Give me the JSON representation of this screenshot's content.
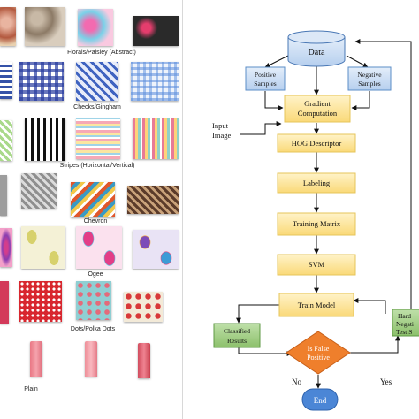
{
  "categories": [
    {
      "label": "Florals/Paisley (Abstract)"
    },
    {
      "label": "Checks/Gingham"
    },
    {
      "label": "Stripes (Horizontal/Vertical)"
    },
    {
      "label": "Chevron"
    },
    {
      "label": "Ogee"
    },
    {
      "label": "Dots/Polka Dots"
    },
    {
      "label": "Plain"
    }
  ],
  "flowchart": {
    "data": "Data",
    "positive_samples": [
      "Positive",
      "Samples"
    ],
    "negative_samples": [
      "Negative",
      "Samples"
    ],
    "gradient": [
      "Gradient",
      "Computation"
    ],
    "input_image": [
      "Input",
      "Image"
    ],
    "hog": "HOG Descriptor",
    "labeling": "Labeling",
    "training_matrix": "Training Matrix",
    "svm": "SVM",
    "train_model": "Train Model",
    "classified": [
      "Classified",
      "Results"
    ],
    "is_false_positive": [
      "Is False",
      "Positive"
    ],
    "hard_negative": [
      "Hard",
      "Negati",
      "Test S"
    ],
    "no": "No",
    "yes": "Yes",
    "end": "End"
  },
  "colors": {
    "yellow_box": "#fde9a1",
    "yellow_border": "#e6c45a",
    "blue_box": "#c9ddf2",
    "blue_border": "#5b8ec7",
    "green_box": "#a7d08c",
    "green_border": "#5f9a44",
    "diamond": "#ef7f2c",
    "end_oval": "#4b86d6"
  }
}
